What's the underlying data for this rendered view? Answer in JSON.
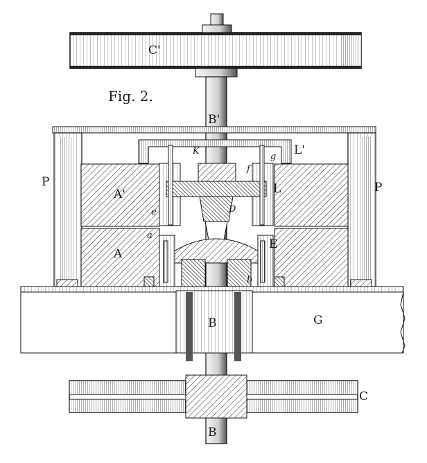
{
  "figure": {
    "title": "Fig. 2.",
    "labels": {
      "C_top": "C'",
      "B_top": "B'",
      "B_mid": "B",
      "B_bottom": "B",
      "C_bottom": "C",
      "P_left": "P",
      "P_right": "P",
      "A_upper": "A'",
      "A_lower": "A",
      "K": "K",
      "g": "g",
      "L_prime": "L'",
      "f": "f",
      "L": "L",
      "D": "D",
      "e": "e",
      "a": "a",
      "E": "E",
      "b": "b",
      "G": "G"
    }
  }
}
